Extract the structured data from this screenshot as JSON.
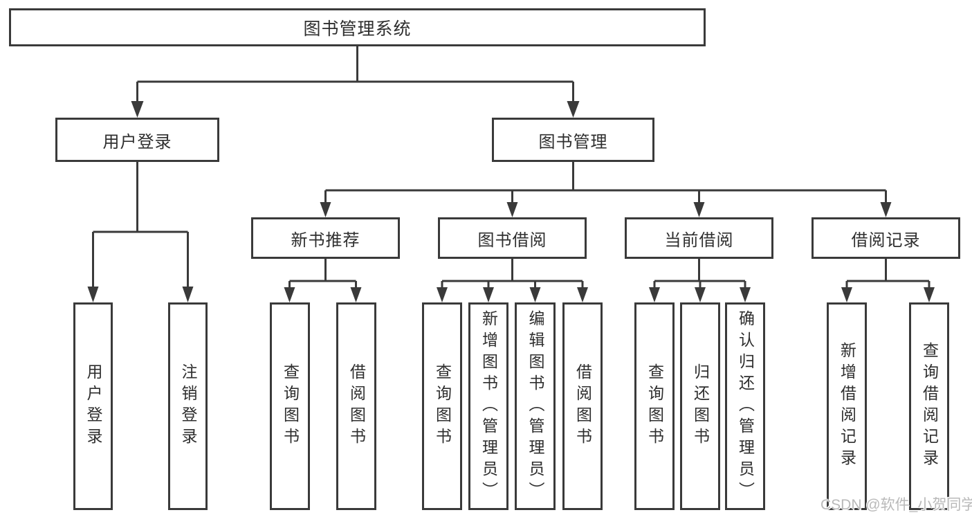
{
  "tree": {
    "root": "图书管理系统",
    "branches": [
      {
        "label": "用户登录",
        "children": [
          {
            "label": "用户登录"
          },
          {
            "label": "注销登录"
          }
        ]
      },
      {
        "label": "图书管理",
        "children": [
          {
            "label": "新书推荐",
            "children": [
              {
                "label": "查询图书"
              },
              {
                "label": "借阅图书"
              }
            ]
          },
          {
            "label": "图书借阅",
            "children": [
              {
                "label": "查询图书"
              },
              {
                "label": "新增图书（管理员）"
              },
              {
                "label": "编辑图书（管理员）"
              },
              {
                "label": "借阅图书"
              }
            ]
          },
          {
            "label": "当前借阅",
            "children": [
              {
                "label": "查询图书"
              },
              {
                "label": "归还图书"
              },
              {
                "label": "确认归还（管理员）"
              }
            ]
          },
          {
            "label": "借阅记录",
            "children": [
              {
                "label": "新增借阅记录"
              },
              {
                "label": "查询借阅记录"
              }
            ]
          }
        ]
      }
    ]
  },
  "watermark": {
    "text": "CSDN @软件_小贺同学"
  },
  "colors": {
    "line_color": "#3a3a3a",
    "text_color": "#2e2e2e",
    "watermark_color": "#b9b9b9",
    "bg_color": "#ffffff"
  }
}
